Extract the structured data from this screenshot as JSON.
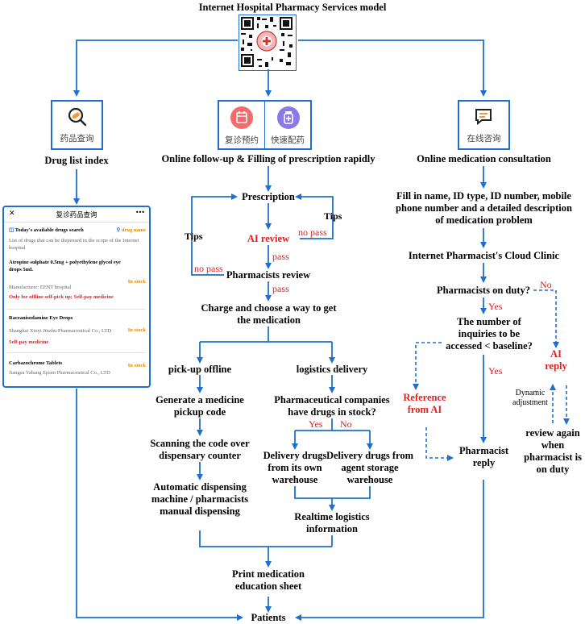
{
  "title": "Internet Hospital Pharmacy Services model",
  "branches": {
    "left": {
      "icon_caption": "药品查询",
      "heading": "Drug list index"
    },
    "middle": {
      "icon_caption_a": "复诊预约",
      "icon_caption_b": "快速配药",
      "heading": "Online follow-up & Filling of prescription rapidly"
    },
    "right": {
      "icon_caption": "在线咨询",
      "heading": "Online medication consultation"
    }
  },
  "phone": {
    "header_title": "复诊药品查询",
    "close_glyph": "✕",
    "menu_glyph": "•••",
    "search_title": "Today's available drugs search",
    "search_hint": "drug name",
    "description": "List of drugs that can be dispensed in the scope of the Internet hospital",
    "items": [
      {
        "name": "Atropine sulphate 0.5mg + polyethylene glycol eye drops 5mL",
        "maker": "Manufacturer: EENT hospital",
        "note": "Only for offline self-pick up; Self-pay medicine",
        "stock": "In stock"
      },
      {
        "name": "Raceanisodamine Eye Drops",
        "maker": "Shanghai Xinyi Jinzhu Pharmaceutical Co., LTD",
        "note": "Self-pay medicine",
        "stock": "In stock"
      },
      {
        "name": "Carbazochrome Tablets",
        "maker": "Jiangsu Yabang Epsen Pharmaceutical Co., LTD",
        "note": "",
        "stock": "In stock"
      }
    ]
  },
  "middle_flow": {
    "prescription": "Prescription",
    "tips_right": "Tips",
    "tips_left": "Tips",
    "ai_review": "AI review",
    "no_pass_right": "no pass",
    "no_pass_left": "no pass",
    "pass_1": "pass",
    "pharmacists_review": "Pharmacists review",
    "pass_2": "pass",
    "charge": "Charge and choose a way to get the medication",
    "pickup": "pick-up offline",
    "logistics": "logistics delivery",
    "generate": "Generate a medicine pickup code",
    "scanning": "Scanning the code over dispensary counter",
    "automatic": "Automatic dispensing machine / pharmacists manual dispensing",
    "companies": "Pharmaceutical companies have drugs in stock?",
    "yes": "Yes",
    "no": "No",
    "own_warehouse": "Delivery drugs from its own warehouse",
    "agent_warehouse": "Delivery drugs from agent storage warehouse",
    "realtime": "Realtime logistics information",
    "print": "Print medication education sheet",
    "patients": "Patients"
  },
  "right_flow": {
    "fill": "Fill in name, ID type, ID number, mobile phone number and a detailed description of medication problem",
    "cloud": "Internet Pharmacist's Cloud Clinic",
    "on_duty": "Pharmacists on duty?",
    "no": "No",
    "yes_1": "Yes",
    "inquiries": "The number of inquiries to be accessed < baseline?",
    "yes_2": "Yes",
    "ai_reply": "AI reply",
    "reference": "Reference from AI",
    "dynamic": "Dynamic adjustment",
    "pharmacist_reply": "Pharmacist reply",
    "review_again": "review again when pharmacist is on duty"
  },
  "colors": {
    "arrow": "#1e6fd0",
    "accent_red": "#e02020",
    "stock_orange": "#d98a00"
  }
}
